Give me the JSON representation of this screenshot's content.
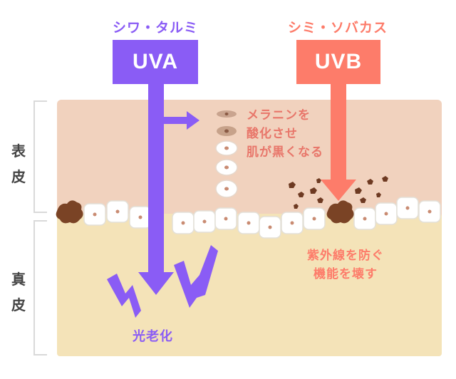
{
  "uva": {
    "title": "シワ・タルミ",
    "badge": "UVA",
    "color": "#8a5cf5",
    "effect_lines": [
      "メラニンを",
      "酸化させ",
      "肌が黒くなる"
    ],
    "deep_effect": "光老化"
  },
  "uvb": {
    "title": "シミ・ソバカス",
    "badge": "UVB",
    "color": "#fd7c6a",
    "effect_lines": [
      "紫外線を防ぐ",
      "機能を壊す"
    ]
  },
  "layers": {
    "epidermis_label": "表皮",
    "dermis_label": "真皮",
    "epidermis_color": "#f1d2be",
    "dermis_color": "#f4e3b8"
  }
}
